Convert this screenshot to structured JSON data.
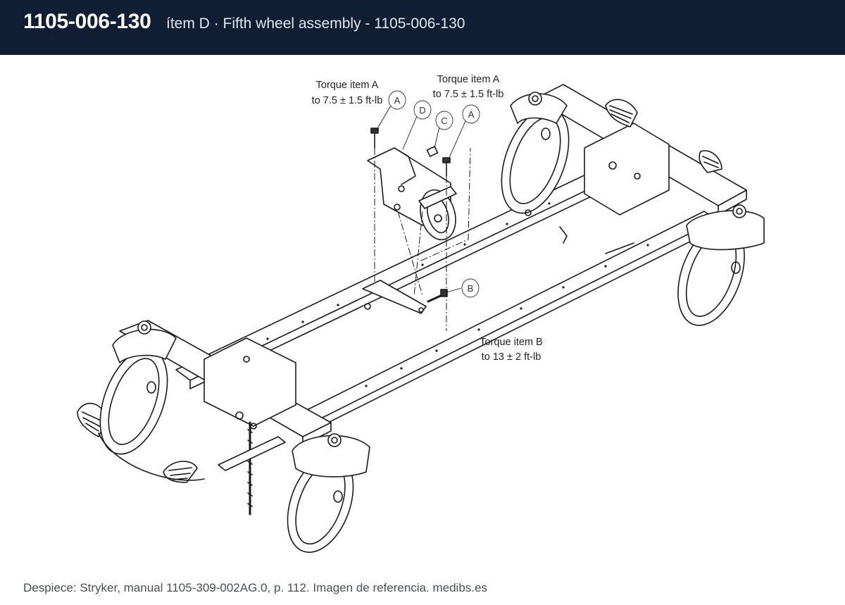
{
  "header": {
    "part_number": "1105-006-130",
    "subtitle": "ítem D · Fifth wheel assembly - 1105-006-130"
  },
  "callouts": {
    "torque_a_left": {
      "line1": "Torque item A",
      "line2": "to 7.5 ± 1.5 ft-lb"
    },
    "torque_a_right": {
      "line1": "Torque item A",
      "line2": "to 7.5 ± 1.5 ft-lb"
    },
    "torque_b": {
      "line1": "Torque item B",
      "line2": "to 13 ± 2 ft-lb"
    }
  },
  "balloons": [
    "A",
    "D",
    "C",
    "A",
    "B"
  ],
  "caption": "Despiece: Stryker, manual 1105-309-002AG.0, p. 112. Imagen de referencia. medibs.es",
  "colors": {
    "header_bg": "#0f1e33",
    "header_text": "#ffffff",
    "caption_text": "#4a4f57"
  }
}
